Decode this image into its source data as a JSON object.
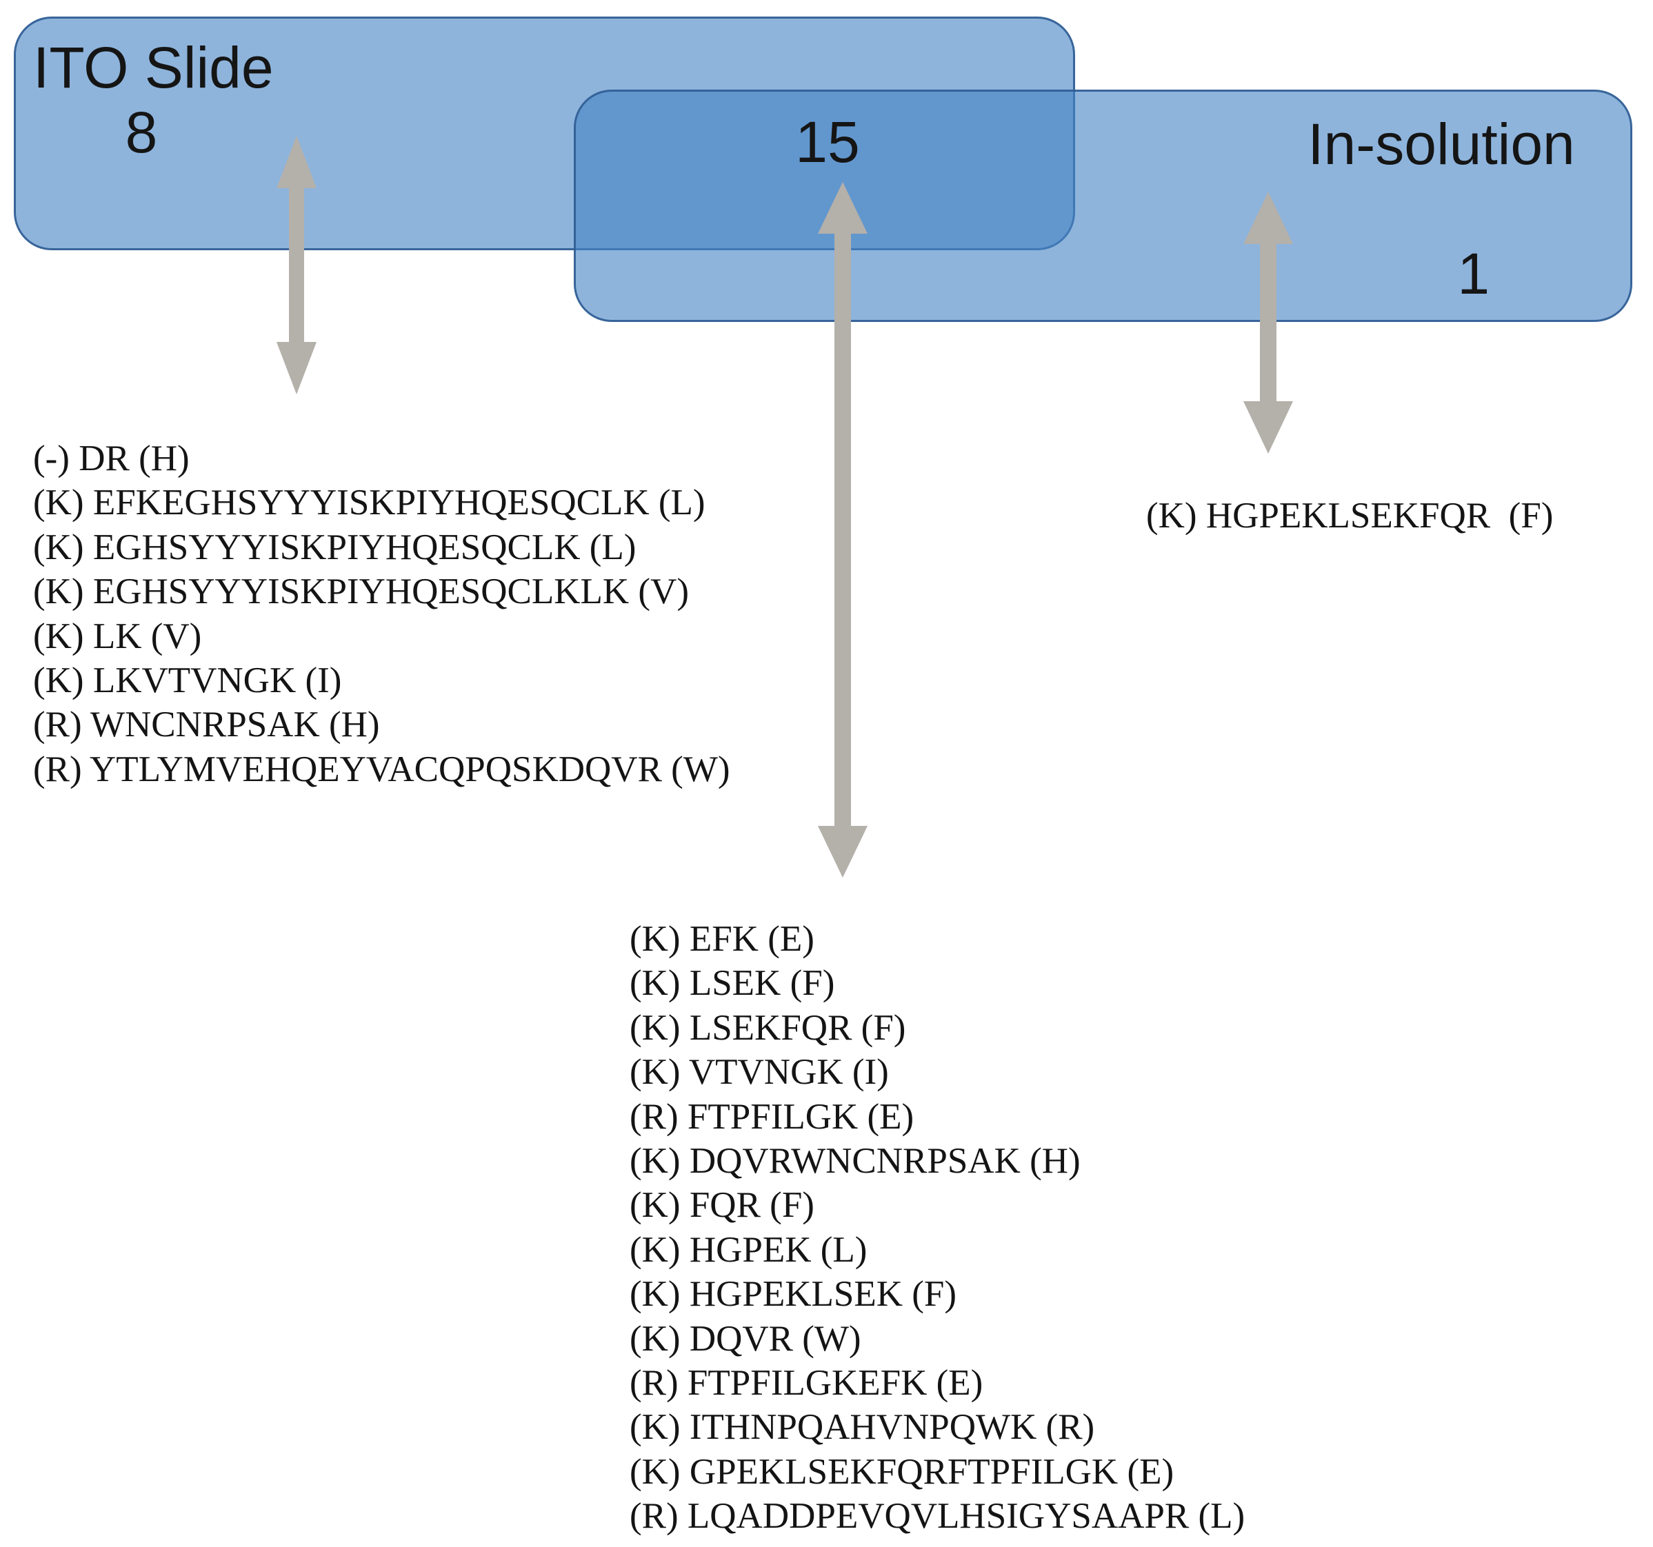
{
  "figure": {
    "type": "venn-overlap-diagram",
    "description_visible_sets": 2
  },
  "sets": {
    "left": {
      "name": "ITO Slide",
      "count": "8"
    },
    "overlap": {
      "count": "15"
    },
    "right": {
      "name": "In-solution",
      "count": "1"
    }
  },
  "lists": {
    "left_unique": [
      "(-) DR (H)",
      "(K) EFKEGHSYYYISKPIYHQESQCLK (L)",
      "(K) EGHSYYYISKPIYHQESQCLK (L)",
      "(K) EGHSYYYISKPIYHQESQCLKLK (V)",
      "(K) LK (V)",
      "(K) LKVTVNGK (I)",
      "(R) WNCNRPSAK (H)",
      "(R) YTLYMVEHQEYVACQPQSKDQVR (W)"
    ],
    "overlap_shared": [
      "(K) EFK (E)",
      "(K) LSEK (F)",
      "(K) LSEKFQR (F)",
      "(K) VTVNGK (I)",
      "(R) FTPFILGK (E)",
      "(K) DQVRWNCNRPSAK (H)",
      "(K) FQR (F)",
      "(K) HGPEK (L)",
      "(K) HGPEKLSEK (F)",
      "(K) DQVR (W)",
      "(R) FTPFILGKEFK (E)",
      "(K) ITHNPQAHVNPQWK (R)",
      "(K) GPEKLSEKFQRFTPFILGK (E)",
      "(R) LQADDPEVQVLHSIGYSAAPR (L)"
    ],
    "right_unique": [
      "(K) HGPEKLSEKFQR  (F)"
    ]
  },
  "colors": {
    "fill": "rgba(70,132,197,0.61)",
    "border": "rgba(47,92,146,0.9)",
    "arrow": "#b4b0aa",
    "text": "#141414"
  }
}
